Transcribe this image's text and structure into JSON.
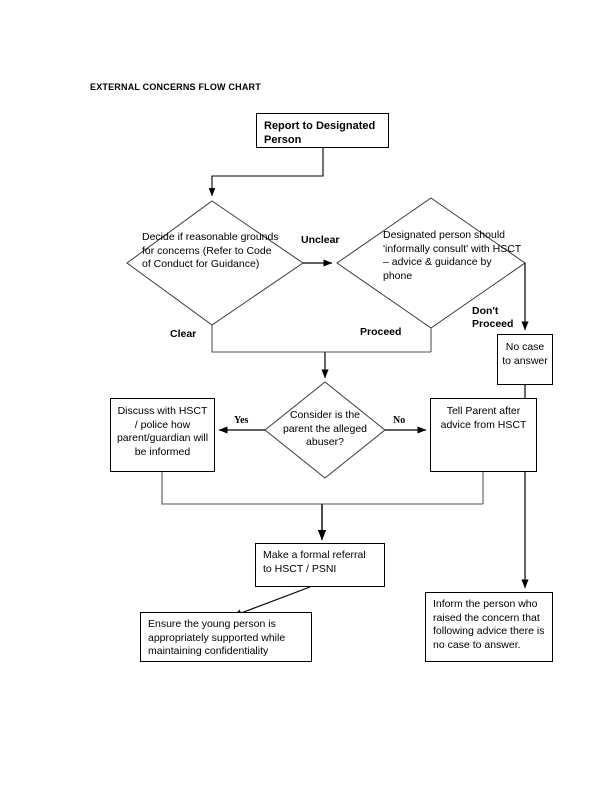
{
  "document": {
    "title": "EXTERNAL CONCERNS FLOW CHART"
  },
  "nodes": {
    "report": {
      "label": "Report to Designated Person",
      "shape": "box"
    },
    "decide": {
      "label": "Decide if reasonable grounds for concerns (Refer to Code of Conduct for Guidance)",
      "shape": "diamond"
    },
    "informal_consult": {
      "label": "Designated person should 'informally consult' with HSCT – advice & guidance by phone",
      "shape": "diamond"
    },
    "no_case": {
      "label": "No case to answer",
      "shape": "box"
    },
    "consider": {
      "label": "Consider is the parent the alleged abuser?",
      "shape": "diamond"
    },
    "discuss": {
      "label": "Discuss with HSCT / police how parent/guardian will be informed",
      "shape": "box"
    },
    "tell_parent": {
      "label": "Tell Parent after advice from HSCT",
      "shape": "box"
    },
    "formal_referral": {
      "label": "Make a formal referral to HSCT / PSNI",
      "shape": "box"
    },
    "ensure_support": {
      "label": "Ensure the young person is appropriately supported while maintaining confidentiality",
      "shape": "box"
    },
    "inform_person": {
      "label": "Inform the person who raised the concern that following advice there is no case to answer.",
      "shape": "box"
    }
  },
  "edge_labels": {
    "unclear": "Unclear",
    "clear": "Clear",
    "proceed": "Proceed",
    "dont_proceed": "Don't Proceed",
    "yes": "Yes",
    "no": "No"
  },
  "colors": {
    "stroke": "#000000",
    "background": "#ffffff",
    "text": "#000000"
  }
}
